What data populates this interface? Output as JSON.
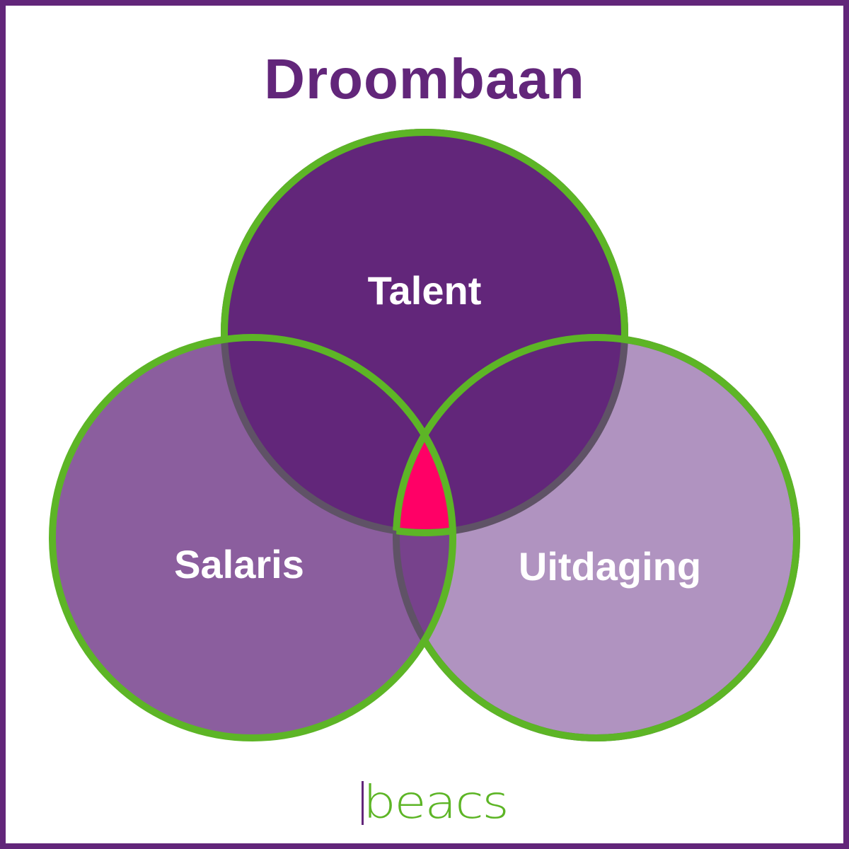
{
  "title": "Droombaan",
  "circles": [
    {
      "label": "Talent",
      "fill": "#62267A"
    },
    {
      "label": "Salaris",
      "fill": "#8B5E9E"
    },
    {
      "label": "Uitdaging",
      "fill": "#B093C0"
    }
  ],
  "intersection_color": "#FF0066",
  "outline_color": "#5DB526",
  "logo": "beacs"
}
